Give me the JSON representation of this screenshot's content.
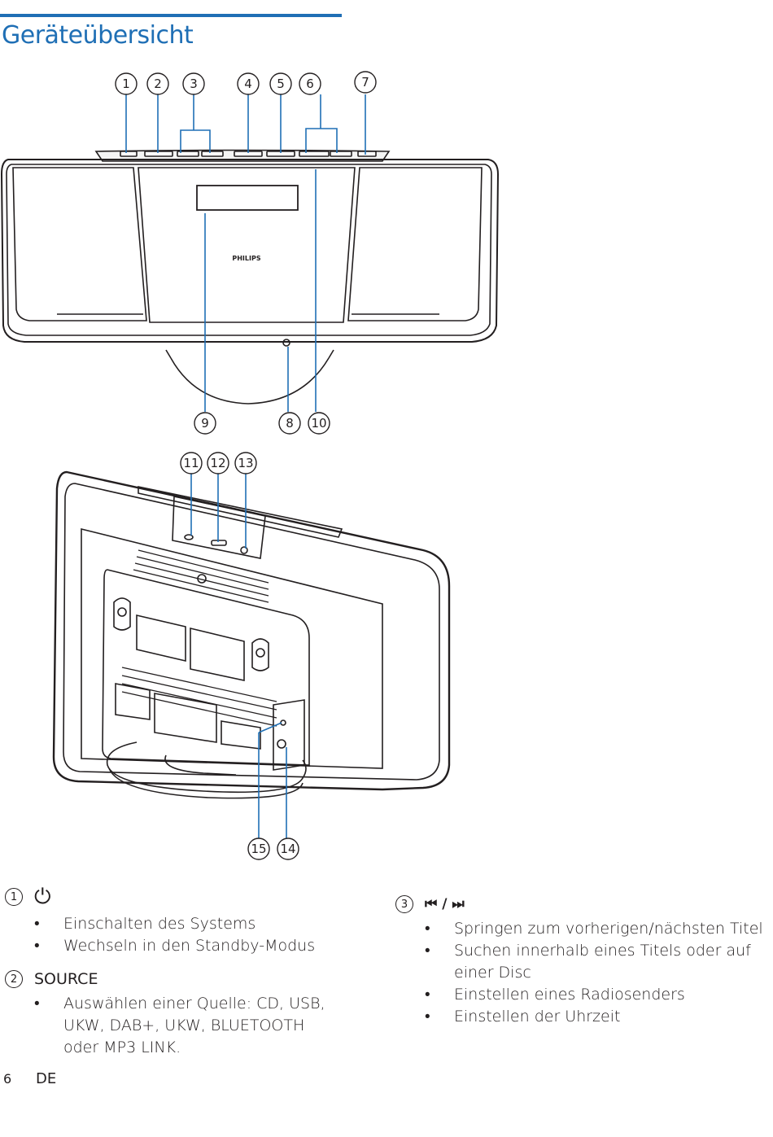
{
  "page": {
    "title": "Geräteübersicht",
    "page_number": "6",
    "language": "DE"
  },
  "diagram": {
    "brand_label": "PHILIPS",
    "top_callouts": [
      "1",
      "2",
      "3",
      "4",
      "5",
      "6",
      "7"
    ],
    "front_bottom_callouts": [
      "9",
      "8",
      "10"
    ],
    "rear_top_callouts": [
      "11",
      "12",
      "13"
    ],
    "rear_bottom_callouts": [
      "15",
      "14"
    ]
  },
  "items": [
    {
      "number": "1",
      "label": "⏻",
      "bullets": [
        "Einschalten des Systems",
        "Wechseln in den Standby-Modus"
      ]
    },
    {
      "number": "2",
      "label": "SOURCE",
      "bullets": [
        "Auswählen einer Quelle: CD, USB, UKW, DAB+, UKW, BLUETOOTH oder MP3 LINK."
      ]
    },
    {
      "number": "3",
      "label": "⏮ / ⏭",
      "bullets": [
        "Springen zum vorherigen/nächsten Titel",
        "Suchen innerhalb eines Titels oder auf einer Disc",
        "Einstellen eines Radiosenders",
        "Einstellen der Uhrzeit"
      ]
    }
  ],
  "colors": {
    "accent_blue": "#1f6fb5",
    "text": "#231f20",
    "drawing_stroke": "#231f20"
  }
}
